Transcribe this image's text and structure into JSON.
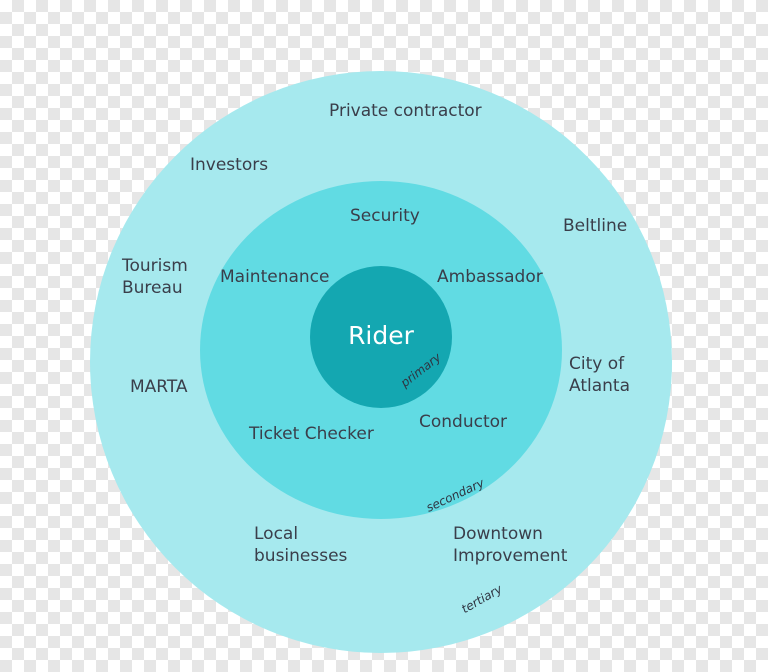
{
  "rings": {
    "tertiary": {
      "label": "tertiary",
      "color": "#a6e9ee"
    },
    "secondary": {
      "label": "secondary",
      "color": "#61dbe3"
    },
    "primary": {
      "label": "primary",
      "color": "#14a7b1"
    }
  },
  "center": "Rider",
  "secondary_items": {
    "security": "Security",
    "maintenance": "Maintenance",
    "ambassador": "Ambassador",
    "ticket_checker": "Ticket Checker",
    "conductor": "Conductor"
  },
  "tertiary_items": {
    "private_contractor": "Private contractor",
    "investors": "Investors",
    "beltline": "Beltline",
    "tourism_bureau": "Tourism\nBureau",
    "marta": "MARTA",
    "city_of_atlanta": "City of\nAtlanta",
    "local_businesses": "Local\nbusinesses",
    "downtown_improvement": "Downtown\nImprovement"
  }
}
